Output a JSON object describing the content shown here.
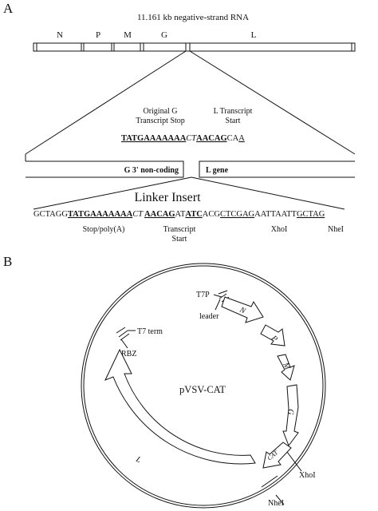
{
  "panel_a": {
    "letter": "A",
    "genome_title": "11.161 kb negative-strand RNA",
    "genes": [
      "N",
      "P",
      "M",
      "G",
      "L"
    ],
    "callout_left": [
      "Original G",
      "Transcript Stop"
    ],
    "callout_right": [
      "L Transcript",
      "Start"
    ],
    "junction_seq": {
      "a": "TATGAAAAAAA",
      "b": "CT",
      "c": "AACAG",
      "d": "CA",
      "e": "A"
    },
    "left_region": "G 3' non-coding",
    "right_region": "L gene",
    "linker_title": "Linker Insert",
    "linker_seq": {
      "s1": "GCTAGG",
      "s2": "TATGAAAAAAA",
      "s3": "CT",
      "s4": "AACAG",
      "s5": "AT",
      "s6": "ATC",
      "s7": "ACG",
      "s8": "CTCGAG",
      "s9": "AATTAATT",
      "s10": "GCTAG"
    },
    "linker_labels": {
      "stop": "Stop/poly(A)",
      "transcript_start": [
        "Transcript",
        "Start"
      ],
      "xhoi": "XhoI",
      "nhei": "NheI"
    }
  },
  "panel_b": {
    "letter": "B",
    "plasmid_name": "pVSV-CAT",
    "labels": {
      "t7p": "T7P",
      "leader": "leader",
      "t7term": "T7 term",
      "rbz": "RBZ",
      "xhoi": "XhoI",
      "nhei": "NheI"
    },
    "genes": [
      "N",
      "P",
      "M",
      "G",
      "CAT",
      "L"
    ]
  }
}
